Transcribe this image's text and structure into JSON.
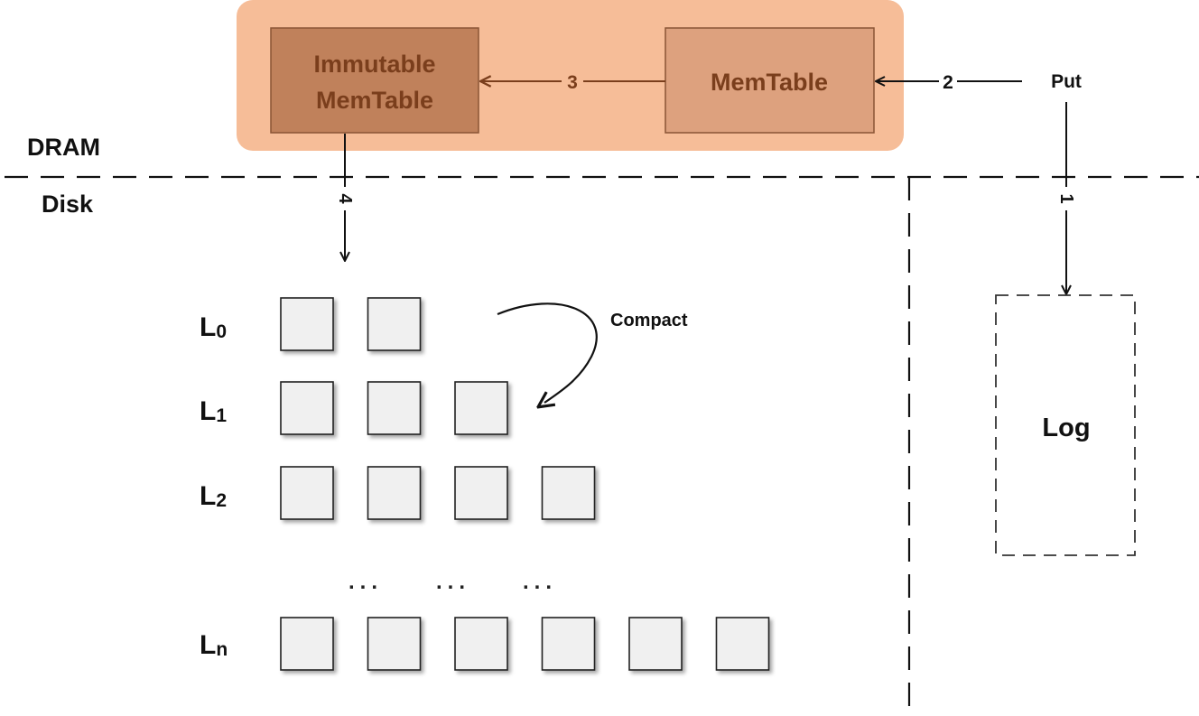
{
  "regions": {
    "dram_label": "DRAM",
    "disk_label": "Disk"
  },
  "memory": {
    "immutable_memtable": [
      "Immutable",
      "MemTable"
    ],
    "memtable": "MemTable"
  },
  "operations": {
    "put": "Put",
    "compact": "Compact",
    "step_1": "1",
    "step_2": "2",
    "step_3": "3",
    "step_4": "4"
  },
  "log": {
    "label": "Log"
  },
  "levels": [
    {
      "label": "L",
      "sub": "0",
      "blocks": 2
    },
    {
      "label": "L",
      "sub": "1",
      "blocks": 3
    },
    {
      "label": "L",
      "sub": "2",
      "blocks": 4
    },
    {
      "label": "L",
      "sub": "n",
      "blocks": 6
    }
  ],
  "ellipsis": "...",
  "colors": {
    "memory_region": "#f6bd98",
    "immutable_fill": "#c0815b",
    "memtable_fill": "#dda17e",
    "memory_text": "#7a3e1c",
    "block_fill": "#f0f0f0"
  }
}
